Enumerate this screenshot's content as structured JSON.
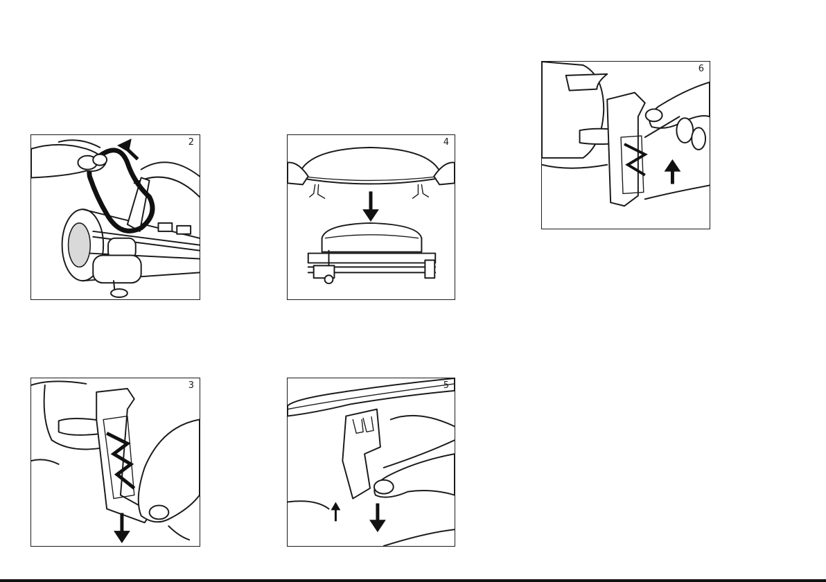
{
  "illustrations": [
    {
      "id": "panel-2",
      "step": "2",
      "icon": "rubber-band-removal-illustration"
    },
    {
      "id": "panel-3",
      "step": "3",
      "icon": "bracket-pull-down-illustration"
    },
    {
      "id": "panel-4",
      "step": "4",
      "icon": "cover-lowering-illustration"
    },
    {
      "id": "panel-5",
      "step": "5",
      "icon": "latch-release-illustration"
    },
    {
      "id": "panel-6",
      "step": "6",
      "icon": "bracket-push-up-illustration"
    }
  ]
}
